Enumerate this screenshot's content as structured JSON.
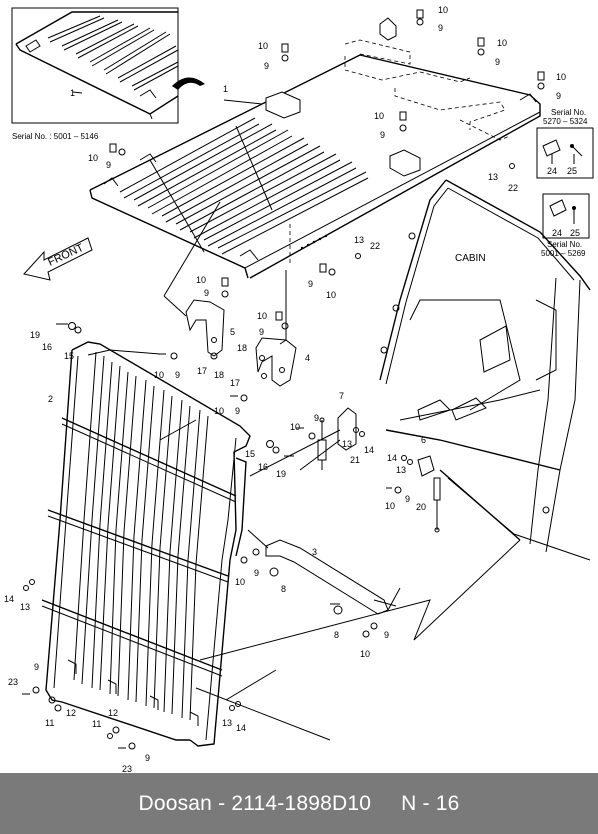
{
  "inset": {
    "serial_label": "Serial No. : 5001 – 5146",
    "callout": "1"
  },
  "serial_top": {
    "line1": "Serial No.",
    "line2": "5270 – 5324",
    "nums": [
      "24",
      "25"
    ]
  },
  "serial_bottom": {
    "line1": "Serial No.",
    "line2": "5001 – 5269",
    "nums": [
      "24",
      "25"
    ]
  },
  "labels": {
    "front": "FRONT",
    "cabin": "CABIN"
  },
  "callouts": [
    {
      "id": "c1",
      "t": "10"
    },
    {
      "id": "c2",
      "t": "9"
    },
    {
      "id": "c3",
      "t": "10"
    },
    {
      "id": "c4",
      "t": "9"
    },
    {
      "id": "c5",
      "t": "10"
    },
    {
      "id": "c6",
      "t": "9"
    },
    {
      "id": "c7",
      "t": "10"
    },
    {
      "id": "c8",
      "t": "9"
    },
    {
      "id": "c9",
      "t": "1"
    },
    {
      "id": "c10",
      "t": "10"
    },
    {
      "id": "c11",
      "t": "9"
    },
    {
      "id": "c12",
      "t": "10"
    },
    {
      "id": "c13",
      "t": "9"
    },
    {
      "id": "c14",
      "t": "13"
    },
    {
      "id": "c15",
      "t": "22"
    },
    {
      "id": "c16",
      "t": "13"
    },
    {
      "id": "c17",
      "t": "22"
    },
    {
      "id": "c18",
      "t": "9"
    },
    {
      "id": "c19",
      "t": "10"
    },
    {
      "id": "c20",
      "t": "10"
    },
    {
      "id": "c21",
      "t": "9"
    },
    {
      "id": "c22",
      "t": "5"
    },
    {
      "id": "c23",
      "t": "19"
    },
    {
      "id": "c24",
      "t": "16"
    },
    {
      "id": "c25",
      "t": "15"
    },
    {
      "id": "c26",
      "t": "10"
    },
    {
      "id": "c27",
      "t": "9"
    },
    {
      "id": "c28",
      "t": "10"
    },
    {
      "id": "c29",
      "t": "9"
    },
    {
      "id": "c30",
      "t": "17"
    },
    {
      "id": "c31",
      "t": "18"
    },
    {
      "id": "c32",
      "t": "18"
    },
    {
      "id": "c33",
      "t": "17"
    },
    {
      "id": "c34",
      "t": "4"
    },
    {
      "id": "c35",
      "t": "2"
    },
    {
      "id": "c36",
      "t": "10"
    },
    {
      "id": "c37",
      "t": "9"
    },
    {
      "id": "c38",
      "t": "7"
    },
    {
      "id": "c39",
      "t": "10"
    },
    {
      "id": "c40",
      "t": "9"
    },
    {
      "id": "c41",
      "t": "13"
    },
    {
      "id": "c42",
      "t": "14"
    },
    {
      "id": "c43",
      "t": "15"
    },
    {
      "id": "c44",
      "t": "16"
    },
    {
      "id": "c45",
      "t": "19"
    },
    {
      "id": "c46",
      "t": "21"
    },
    {
      "id": "c47",
      "t": "6"
    },
    {
      "id": "c48",
      "t": "14"
    },
    {
      "id": "c49",
      "t": "13"
    },
    {
      "id": "c50",
      "t": "9"
    },
    {
      "id": "c51",
      "t": "10"
    },
    {
      "id": "c52",
      "t": "20"
    },
    {
      "id": "c53",
      "t": "3"
    },
    {
      "id": "c54",
      "t": "9"
    },
    {
      "id": "c55",
      "t": "10"
    },
    {
      "id": "c56",
      "t": "8"
    },
    {
      "id": "c57",
      "t": "8"
    },
    {
      "id": "c58",
      "t": "9"
    },
    {
      "id": "c59",
      "t": "10"
    },
    {
      "id": "c60",
      "t": "14"
    },
    {
      "id": "c61",
      "t": "13"
    },
    {
      "id": "c62",
      "t": "9"
    },
    {
      "id": "c63",
      "t": "23"
    },
    {
      "id": "c64",
      "t": "12"
    },
    {
      "id": "c65",
      "t": "11"
    },
    {
      "id": "c66",
      "t": "11"
    },
    {
      "id": "c67",
      "t": "12"
    },
    {
      "id": "c68",
      "t": "9"
    },
    {
      "id": "c69",
      "t": "23"
    },
    {
      "id": "c70",
      "t": "13"
    },
    {
      "id": "c71",
      "t": "14"
    }
  ],
  "footer": {
    "title": "Doosan - 2114-1898D10",
    "page": "N - 16"
  }
}
